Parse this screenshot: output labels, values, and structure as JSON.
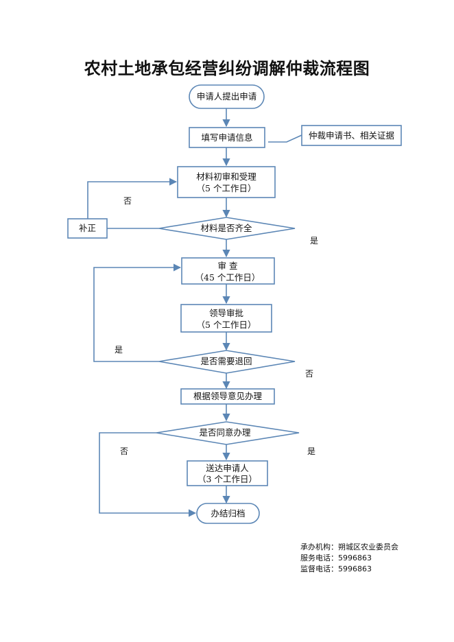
{
  "title": "农村土地承包经营纠纷调解仲裁流程图",
  "nodes": {
    "start": "申请人提出申请",
    "fill_info": "填写申请信息",
    "docs_note": "仲裁申请书、相关证据",
    "initial_review_l1": "材料初审和受理",
    "initial_review_l2": "（5 个工作日）",
    "supplement": "补正",
    "complete_check": "材料是否齐全",
    "review_l1": "审 查",
    "review_l2": "（45 个工作日）",
    "approval_l1": "领导审批",
    "approval_l2": "（5 个工作日）",
    "return_check": "是否需要退回",
    "handle": "根据领导意见办理",
    "agree_check": "是否同意办理",
    "deliver_l1": "送达申请人",
    "deliver_l2": "（3 个工作日）",
    "archive": "办结归档"
  },
  "edge_labels": {
    "no": "否",
    "yes": "是"
  },
  "footer": {
    "org_label": "承办机构：",
    "org_value": "朔城区农业委员会",
    "service_label": "服务电话：",
    "service_value": "5996863",
    "supervise_label": "监督电话：",
    "supervise_value": "5996863"
  }
}
